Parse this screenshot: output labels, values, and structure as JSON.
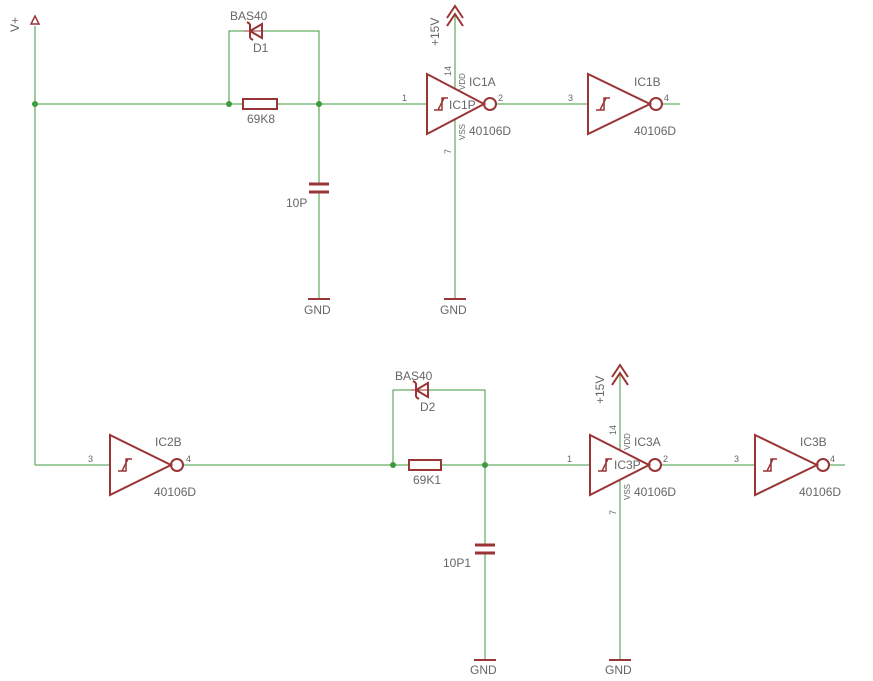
{
  "colors": {
    "net": "#3d9a3d",
    "symbol": "#9a3535",
    "label": "#666666",
    "background": "#ffffff"
  },
  "supply": {
    "vplus_label": "V+",
    "top_rail_label": "+15V",
    "bottom_rail_label": "+15V"
  },
  "top": {
    "diode": {
      "part": "BAS40",
      "ref": "D1"
    },
    "resistor": {
      "value": "69K8"
    },
    "capacitor": {
      "value": "10P"
    },
    "gnd_cap": "GND",
    "gnd_ic": "GND",
    "ic1a": {
      "ref": "IC1A",
      "part": "40106D",
      "pin_in": "1",
      "pin_out": "2",
      "pin_vdd": "14",
      "pin_vss": "7",
      "vdd": "VDD",
      "vss": "VSS",
      "power_ref": "IC1P"
    },
    "ic1b": {
      "ref": "IC1B",
      "part": "40106D",
      "pin_in": "3",
      "pin_out": "4"
    }
  },
  "bottom": {
    "ic2b": {
      "ref": "IC2B",
      "part": "40106D",
      "pin_in": "3",
      "pin_out": "4"
    },
    "diode": {
      "part": "BAS40",
      "ref": "D2"
    },
    "resistor": {
      "value": "69K1"
    },
    "capacitor": {
      "value": "10P1"
    },
    "gnd_cap": "GND",
    "gnd_ic": "GND",
    "ic3a": {
      "ref": "IC3A",
      "part": "40106D",
      "pin_in": "1",
      "pin_out": "2",
      "pin_vdd": "14",
      "pin_vss": "7",
      "vdd": "VDD",
      "vss": "VSS",
      "power_ref": "IC3P"
    },
    "ic3b": {
      "ref": "IC3B",
      "part": "40106D",
      "pin_in": "3",
      "pin_out": "4"
    }
  }
}
